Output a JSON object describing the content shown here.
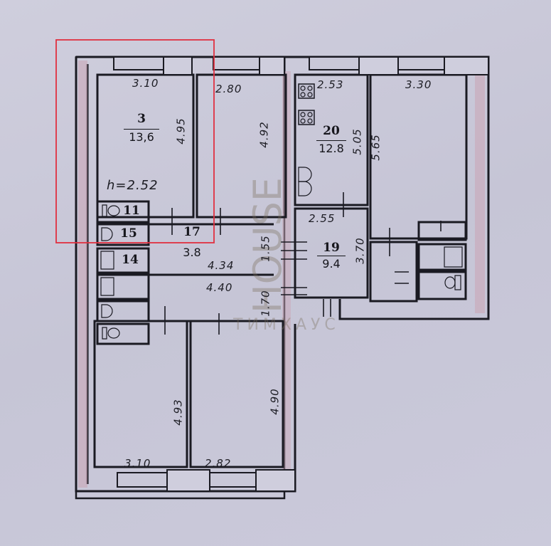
{
  "plan": {
    "highlight_color": "#e03040",
    "wall_color": "#1a1a22",
    "outer_wall_fill": "#c5a9b6",
    "rooms": [
      {
        "id": "3",
        "area": "13,6",
        "width": "3.10",
        "length": "4.95",
        "height": "h=2.52"
      },
      {
        "id": "room-b",
        "width": "2.80",
        "length": "4.92"
      },
      {
        "id": "20",
        "area": "12.8",
        "width": "2.53",
        "length": "5.05"
      },
      {
        "id": "room-d",
        "width": "3.30",
        "length": "5.65"
      },
      {
        "id": "19",
        "area": "9.4",
        "width": "2.55",
        "length": "3.70"
      },
      {
        "id": "17",
        "area": "3.8"
      },
      {
        "id": "11"
      },
      {
        "id": "15"
      },
      {
        "id": "14"
      },
      {
        "id": "room-e",
        "width": "3.10",
        "length": "4.93"
      },
      {
        "id": "room-f",
        "width": "2.82",
        "length": "4.90"
      }
    ],
    "corridor_dims": [
      "4.34",
      "4.40",
      "1.55",
      "1.70"
    ]
  },
  "watermark": {
    "brand": "HOUSE",
    "caption": "ТИМХАУС"
  }
}
